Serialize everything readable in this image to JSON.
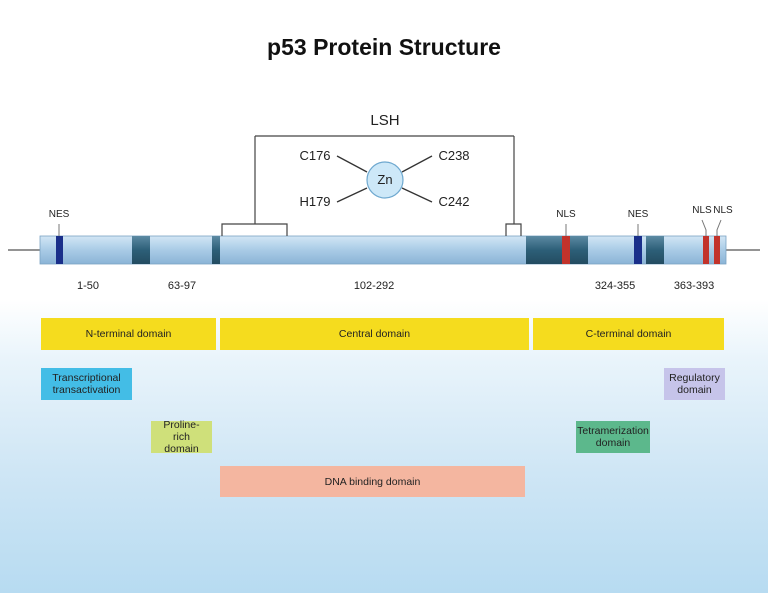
{
  "title": "p53 Protein Structure",
  "lsh": {
    "label": "LSH",
    "ion": "Zn",
    "residues": [
      "C176",
      "H179",
      "C238",
      "C242"
    ]
  },
  "motif_labels": {
    "nes_left": "NES",
    "nls_mid": "NLS",
    "nes_right": "NES",
    "nls_right_1": "NLS",
    "nls_right_2": "NLS"
  },
  "ranges": [
    "1-50",
    "63-97",
    "102-292",
    "324-355",
    "363-393"
  ],
  "domains": {
    "n_terminal": "N-terminal domain",
    "central": "Central domain",
    "c_terminal": "C-terminal domain"
  },
  "functional": {
    "transactivation": "Transcriptional transactivation",
    "proline_rich": "Proline-rich domain",
    "dna_binding": "DNA binding domain",
    "tetramerization": "Tetramerization domain",
    "regulatory": "Regulatory domain"
  },
  "colors": {
    "bar": "#a9cbe6",
    "bar_dark": "#2d5f78",
    "nes": "#1a2f8a",
    "nls": "#c2332b",
    "domain_yellow": "#f5dc1e",
    "transactivation": "#43bde6",
    "proline_rich": "#cfe07a",
    "dna_binding": "#f4b6a0",
    "tetramerization": "#5cb88c",
    "regulatory": "#c6c4ea"
  }
}
